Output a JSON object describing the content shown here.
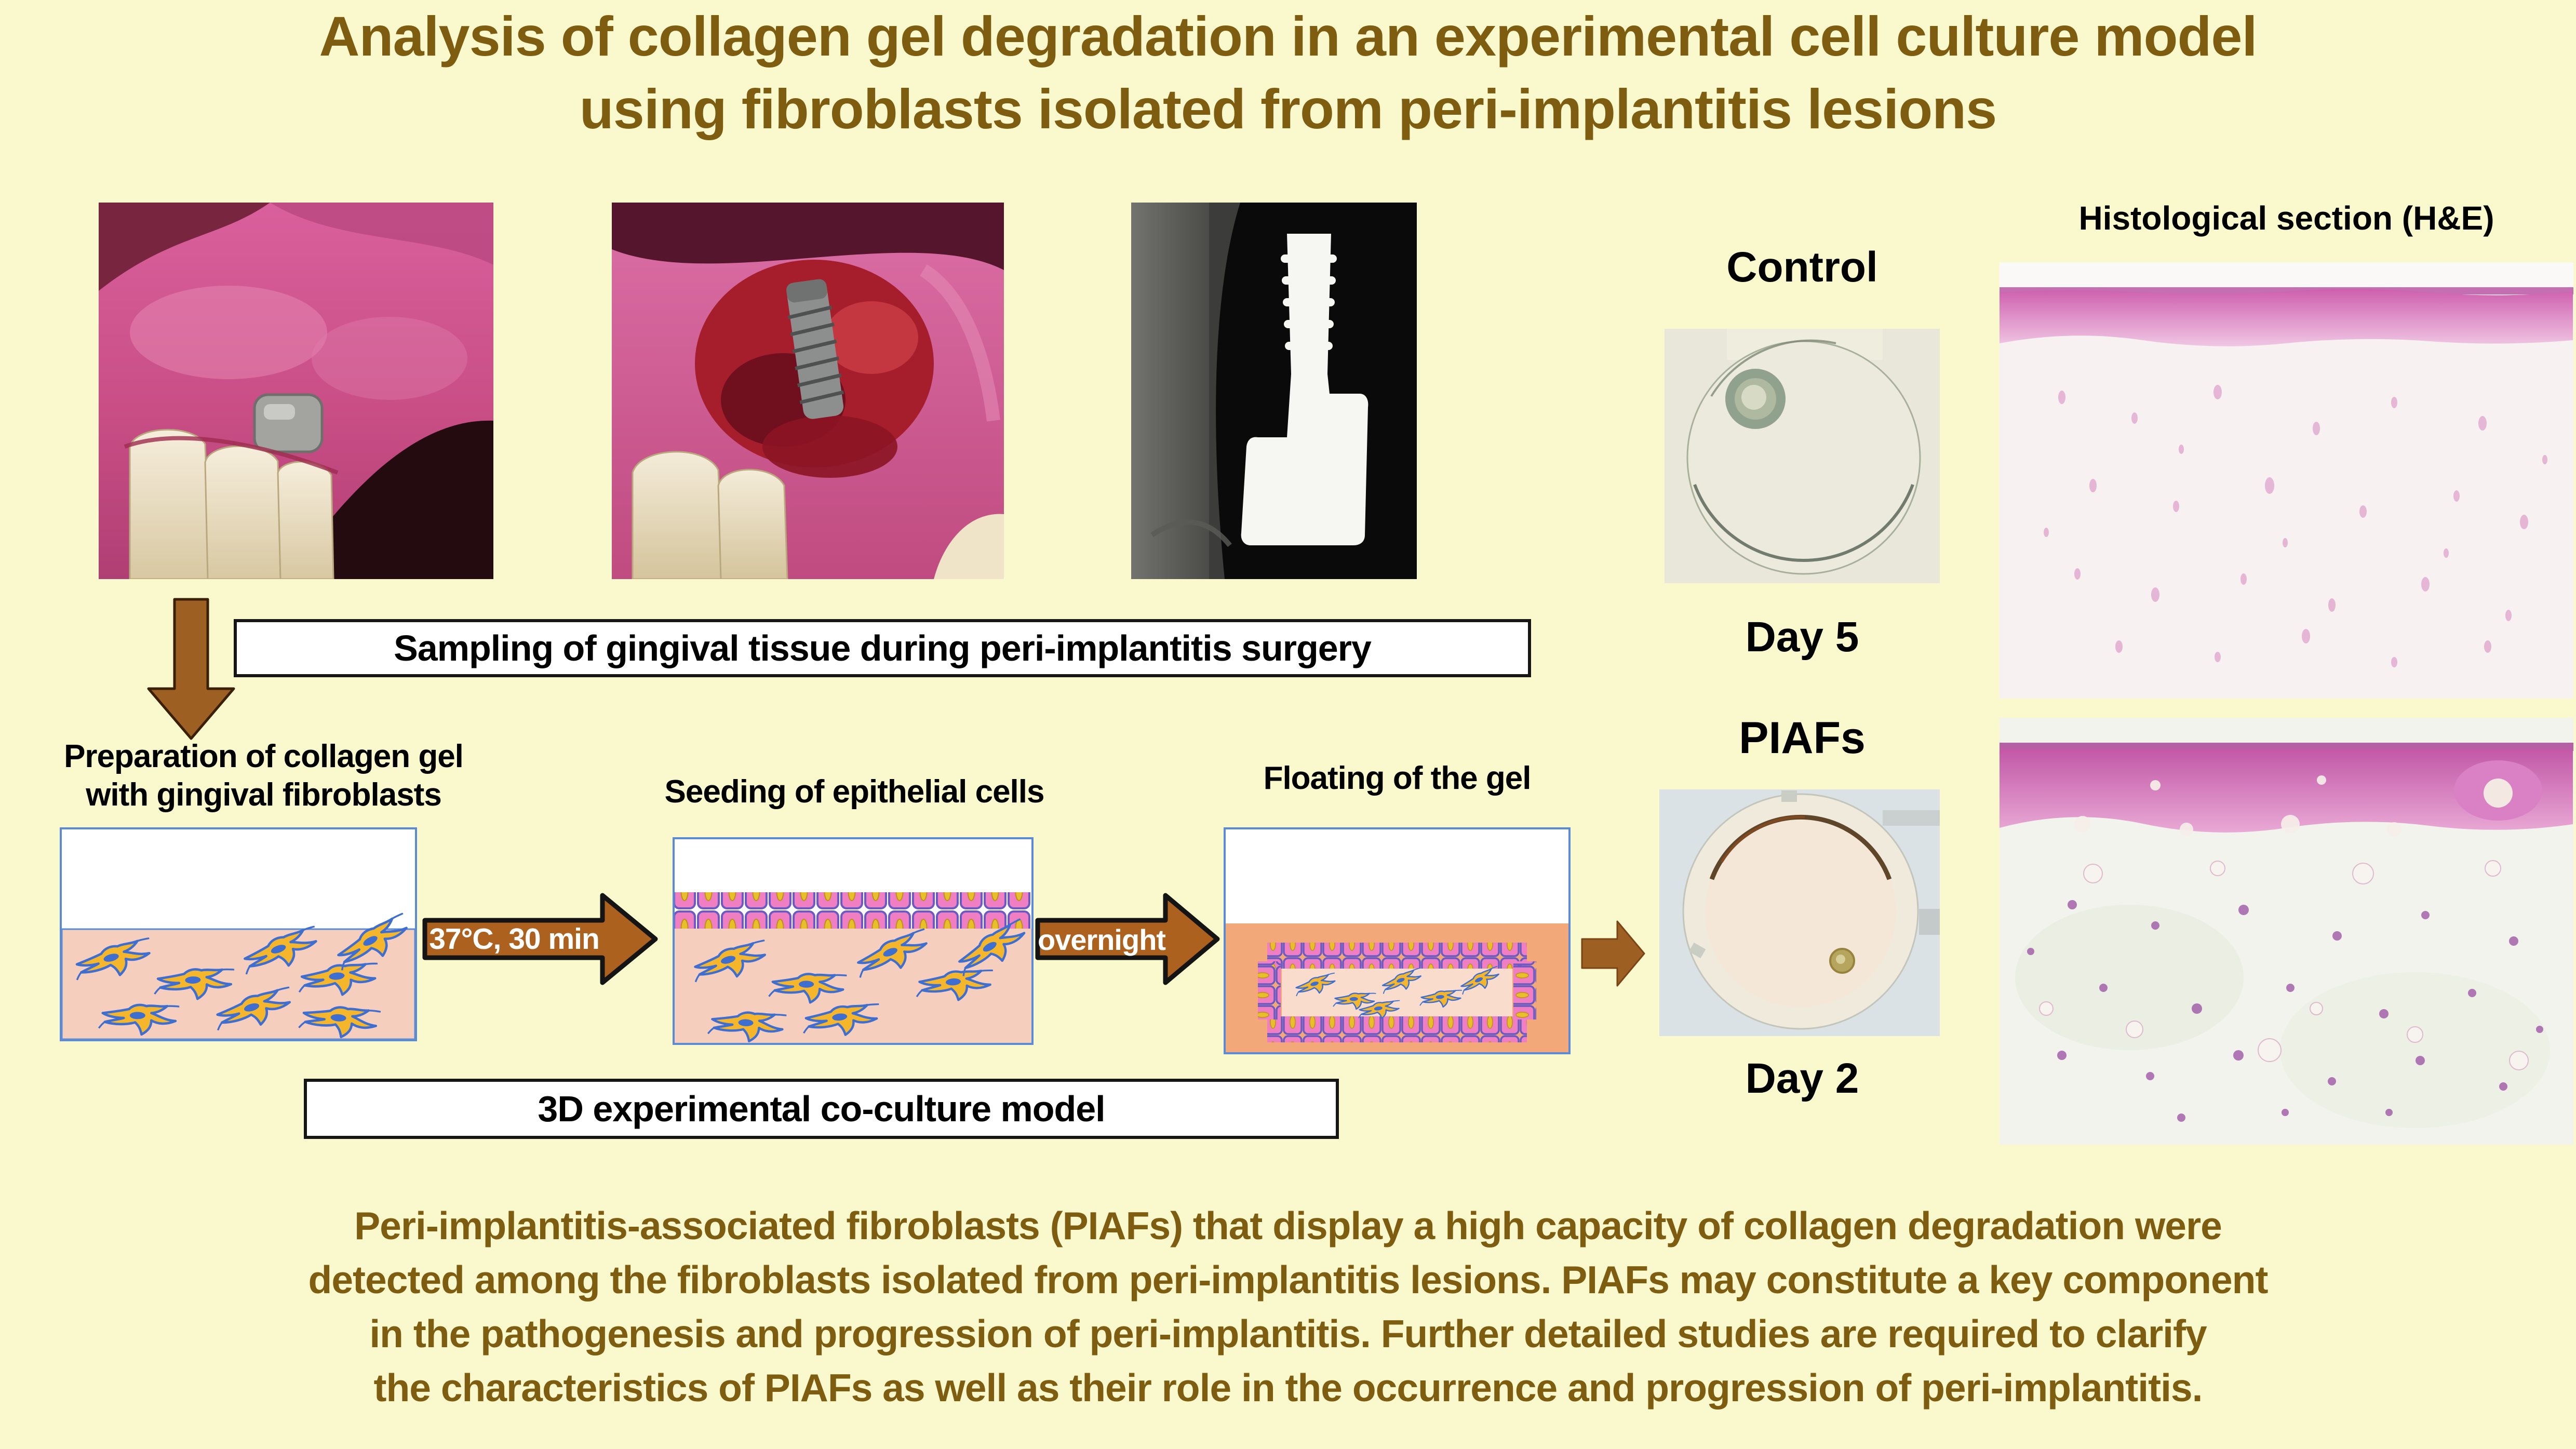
{
  "title": {
    "line1": "Analysis of collagen gel degradation in an experimental cell culture model",
    "line2": "using fibroblasts isolated from peri-implantitis lesions"
  },
  "labels": {
    "histology": "Histological section (H&E)",
    "control": "Control",
    "control_day": "Day 5",
    "piafs": "PIAFs",
    "piafs_day": "Day 2"
  },
  "flow": {
    "sampling": "Sampling of gingival tissue during peri-implantitis surgery",
    "step1_line1": "Preparation of collagen gel",
    "step1_line2": "with gingival fibroblasts",
    "arrow1": "37°C, 30 min",
    "step2": "Seeding of epithelial cells",
    "arrow2": "overnight",
    "step3": "Floating of the gel",
    "coculture": "3D experimental co-culture model"
  },
  "summary": {
    "line1": "Peri-implantitis-associated fibroblasts (PIAFs) that display a high capacity of collagen degradation were",
    "line2": "detected among the fibroblasts isolated from peri-implantitis lesions. PIAFs may constitute a key component",
    "line3": "in the pathogenesis and progression of peri-implantitis. Further detailed studies are required to clarify",
    "line4": "the characteristics of PIAFs as well as their role in the occurrence and progression of peri-implantitis."
  },
  "colors": {
    "background": "#FAF9CD",
    "title_text": "#7E5D11",
    "summary_text": "#7E5D11",
    "arrow_brown": "#AC611E",
    "down_arrow_brown": "#9E5F22",
    "container_border_blue": "#5B8BD5",
    "gel_pink": "#F6CEBD",
    "gel_salmon": "#F2A879",
    "floating_gel_pink": "#F9DCCB",
    "epithelial_cell_fill": "#EF7EC2",
    "epithelial_cell_border": "#6B59C4",
    "fibroblast_body": "#F5B62B",
    "fibroblast_outline": "#3E6ECF"
  }
}
